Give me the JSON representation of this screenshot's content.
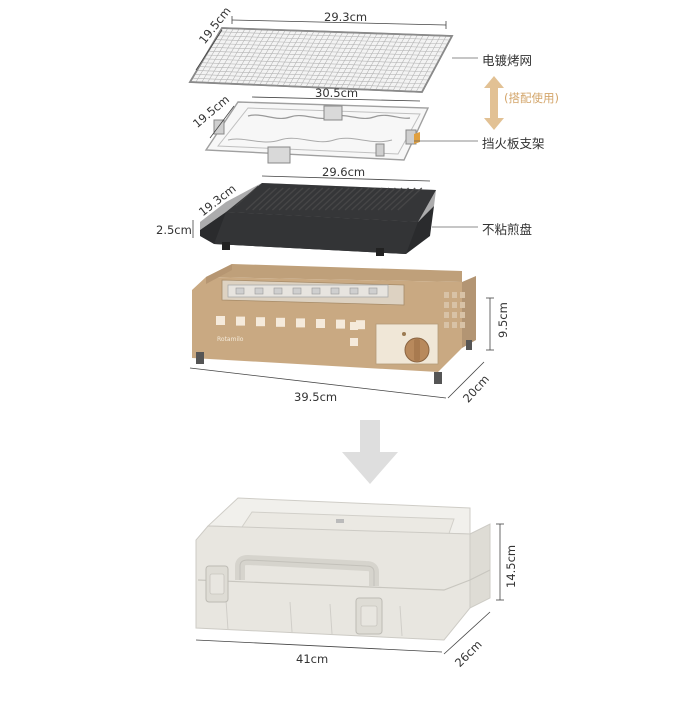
{
  "dimensions": {
    "grill_width": "29.3cm",
    "grill_depth": "19.5cm",
    "fireguard_width": "30.5cm",
    "fireguard_depth": "19.5cm",
    "pan_width": "29.6cm",
    "pan_depth": "19.3cm",
    "pan_height": "2.5cm",
    "stove_height": "9.5cm",
    "stove_width": "39.5cm",
    "stove_depth": "20cm",
    "case_height": "14.5cm",
    "case_width": "41cm",
    "case_depth": "26cm"
  },
  "parts": {
    "grill_net": "电镀烤网",
    "optional_note": "(搭配使用)",
    "fireguard_bracket": "挡火板支架",
    "nonstick_pan": "不粘煎盘"
  },
  "brand": "Rotamilo",
  "colors": {
    "stove_body": "#c9a982",
    "pan": "#2e2f31",
    "case": "#e8e6e0",
    "accent_arrow": "#e2c194",
    "down_arrow": "#d9d9d9"
  }
}
